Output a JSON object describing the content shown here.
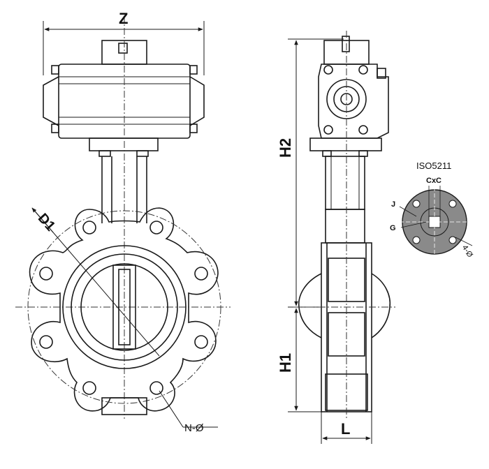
{
  "labels": {
    "z": "Z",
    "d1": "D1",
    "n_phi": "N-Ø",
    "h2": "H2",
    "h1": "H1",
    "l": "L",
    "iso": "ISO5211",
    "cxc": "CxC",
    "j": "J",
    "g": "G",
    "four_phi": "4-Ø"
  },
  "colors": {
    "line": "#1a1a1a",
    "grey_fill": "#cfcfcf",
    "flange_fill": "#8a8a8a"
  }
}
